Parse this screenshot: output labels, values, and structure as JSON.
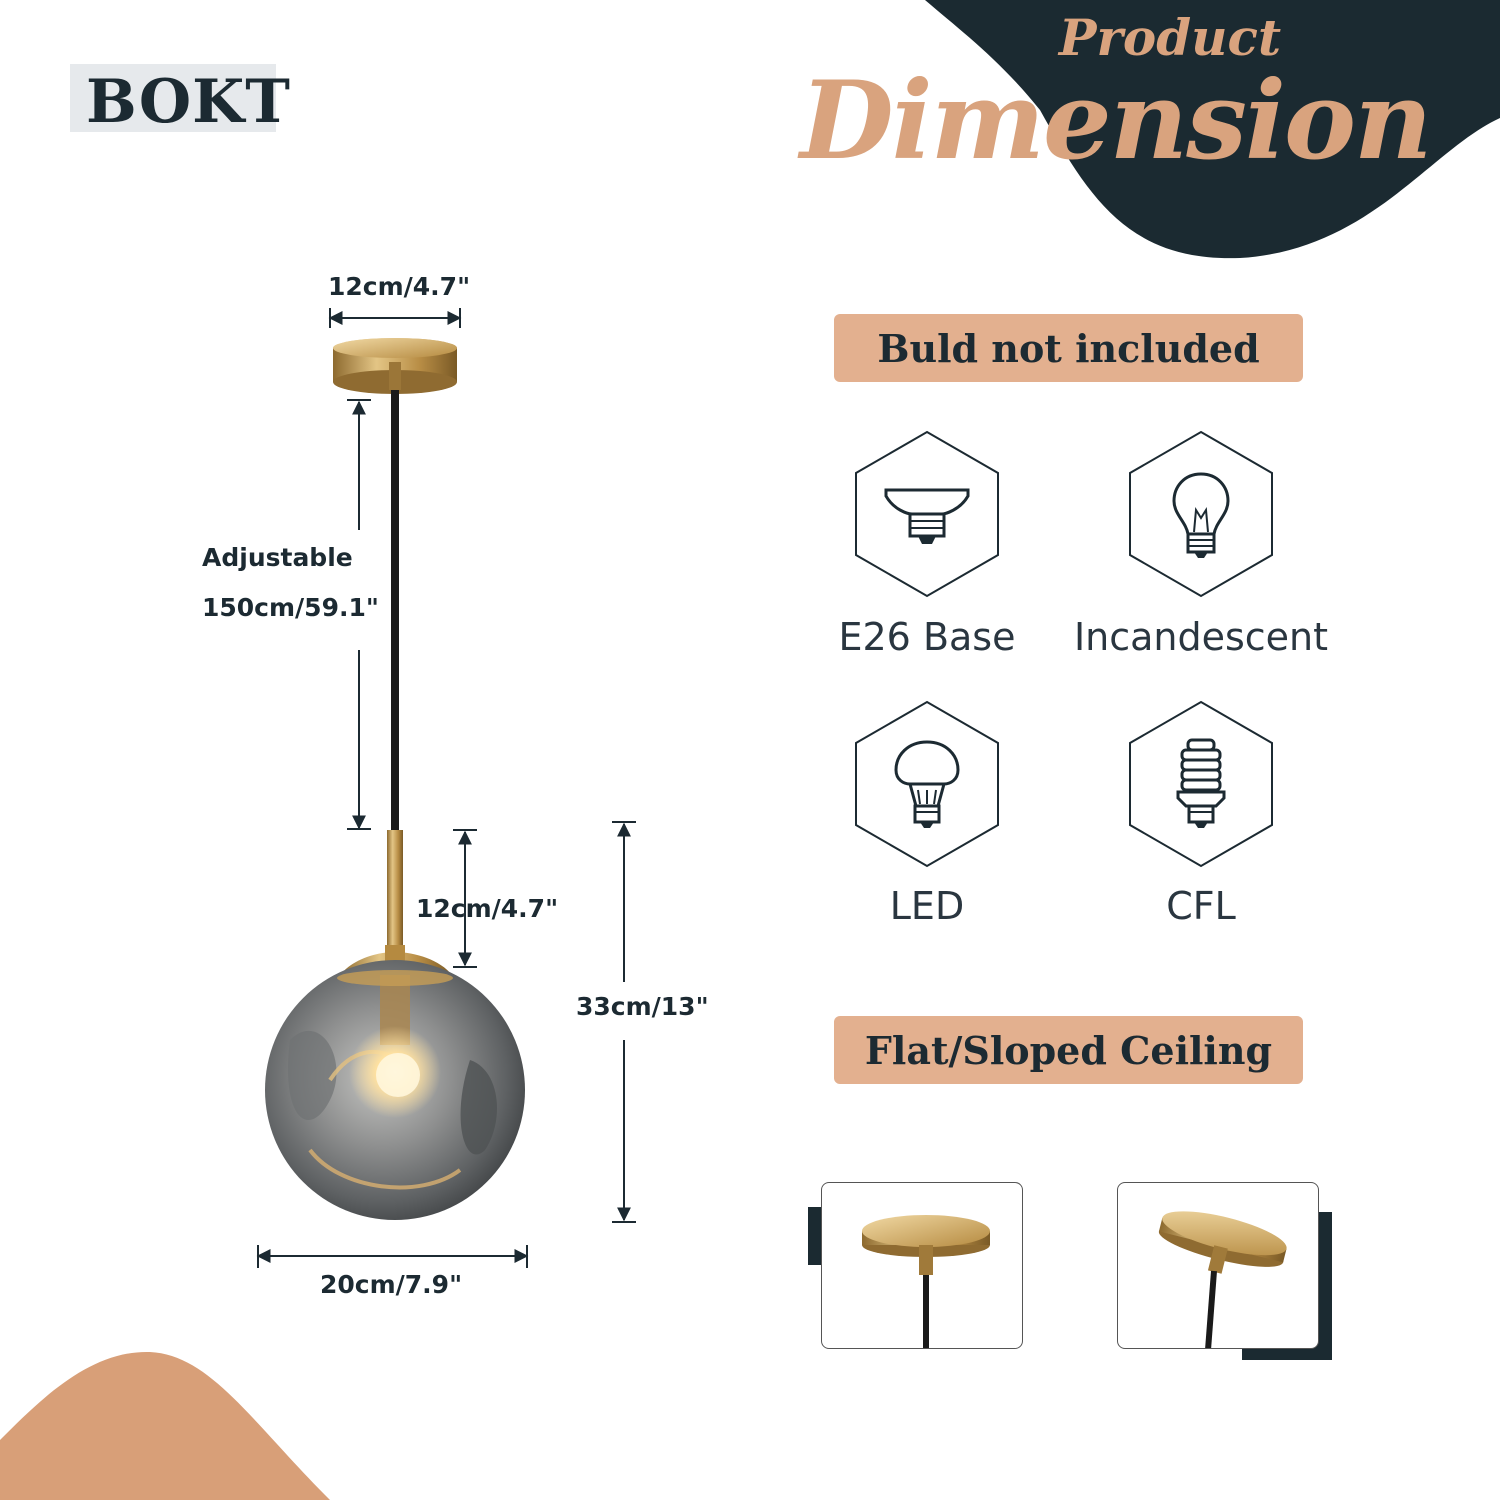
{
  "brand": "BOKT",
  "header": {
    "line1": "Product",
    "line2": "Dimension"
  },
  "dimensions": {
    "canopy_width": "12cm/4.7\"",
    "cord_label": "Adjustable",
    "cord_length": "150cm/59.1\"",
    "rod_length": "12cm/4.7\"",
    "shade_height": "33cm/13\"",
    "shade_width": "20cm/7.9\""
  },
  "badges": {
    "bulb_note": "Buld not included",
    "ceiling_note": "Flat/Sloped Ceiling"
  },
  "bulb_types": [
    {
      "label": "E26 Base",
      "icon": "e26-base-icon"
    },
    {
      "label": "Incandescent",
      "icon": "incandescent-bulb-icon"
    },
    {
      "label": "LED",
      "icon": "led-bulb-icon"
    },
    {
      "label": "CFL",
      "icon": "cfl-bulb-icon"
    }
  ],
  "colors": {
    "navy": "#1c2a32",
    "accent": "#d9a37e",
    "pill": "#e3b08f",
    "brass": "#c9a25a"
  }
}
